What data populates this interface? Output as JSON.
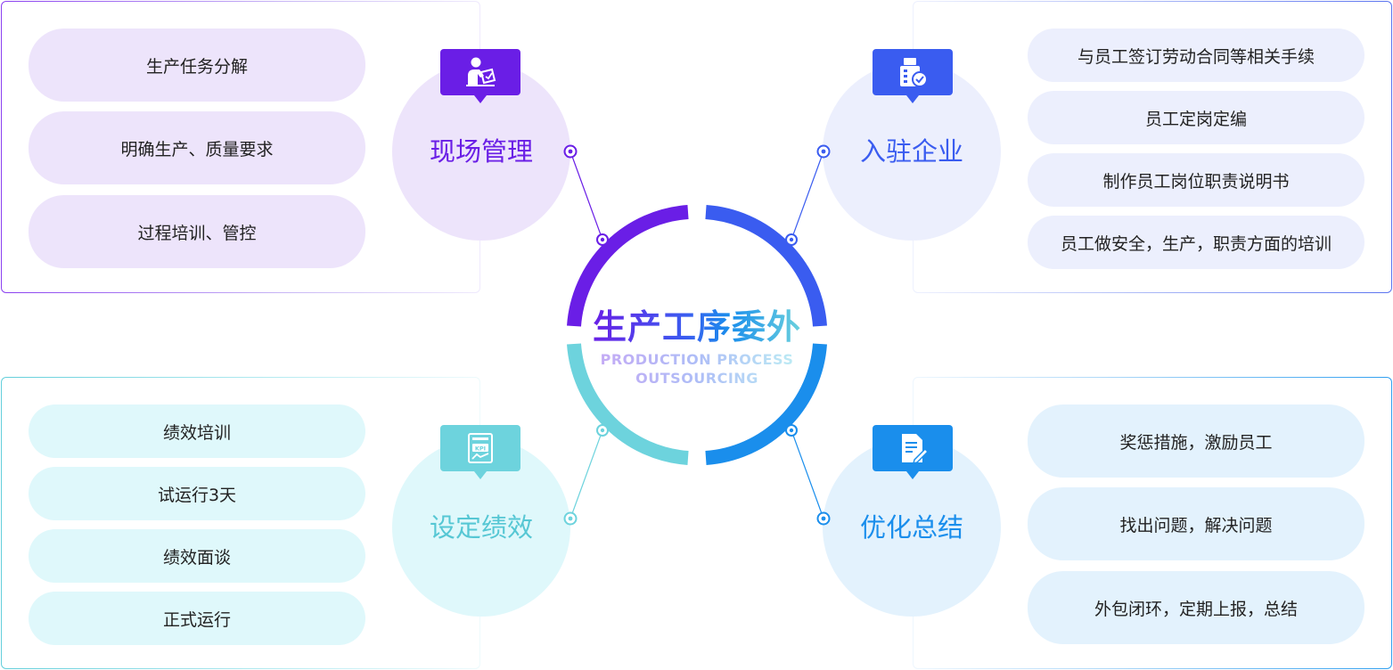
{
  "center": {
    "title": "生产工序委外",
    "subtitle_line1": "PRODUCTION PROCESS",
    "subtitle_line2": "OUTSOURCING"
  },
  "quadrants": {
    "top_left": {
      "title": "现场管理",
      "icon": "worker-clipboard-icon",
      "color": "#6a1ee6",
      "items": [
        "生产任务分解",
        "明确生产、质量要求",
        "过程培训、管控"
      ]
    },
    "top_right": {
      "title": "入驻企业",
      "icon": "building-check-icon",
      "color": "#3a5cf0",
      "items": [
        "与员工签订劳动合同等相关手续",
        "员工定岗定编",
        "制作员工岗位职责说明书",
        "员工做安全，生产，职责方面的培训"
      ]
    },
    "bottom_left": {
      "title": "设定绩效",
      "icon": "kpi-document-icon",
      "color": "#6dd3dd",
      "items": [
        "绩效培训",
        "试运行3天",
        "绩效面谈",
        "正式运行"
      ]
    },
    "bottom_right": {
      "title": "优化总结",
      "icon": "document-edit-icon",
      "color": "#1a8eec",
      "items": [
        "奖惩措施，激励员工",
        "找出问题，解决问题",
        "外包闭环，定期上报，总结"
      ]
    }
  }
}
